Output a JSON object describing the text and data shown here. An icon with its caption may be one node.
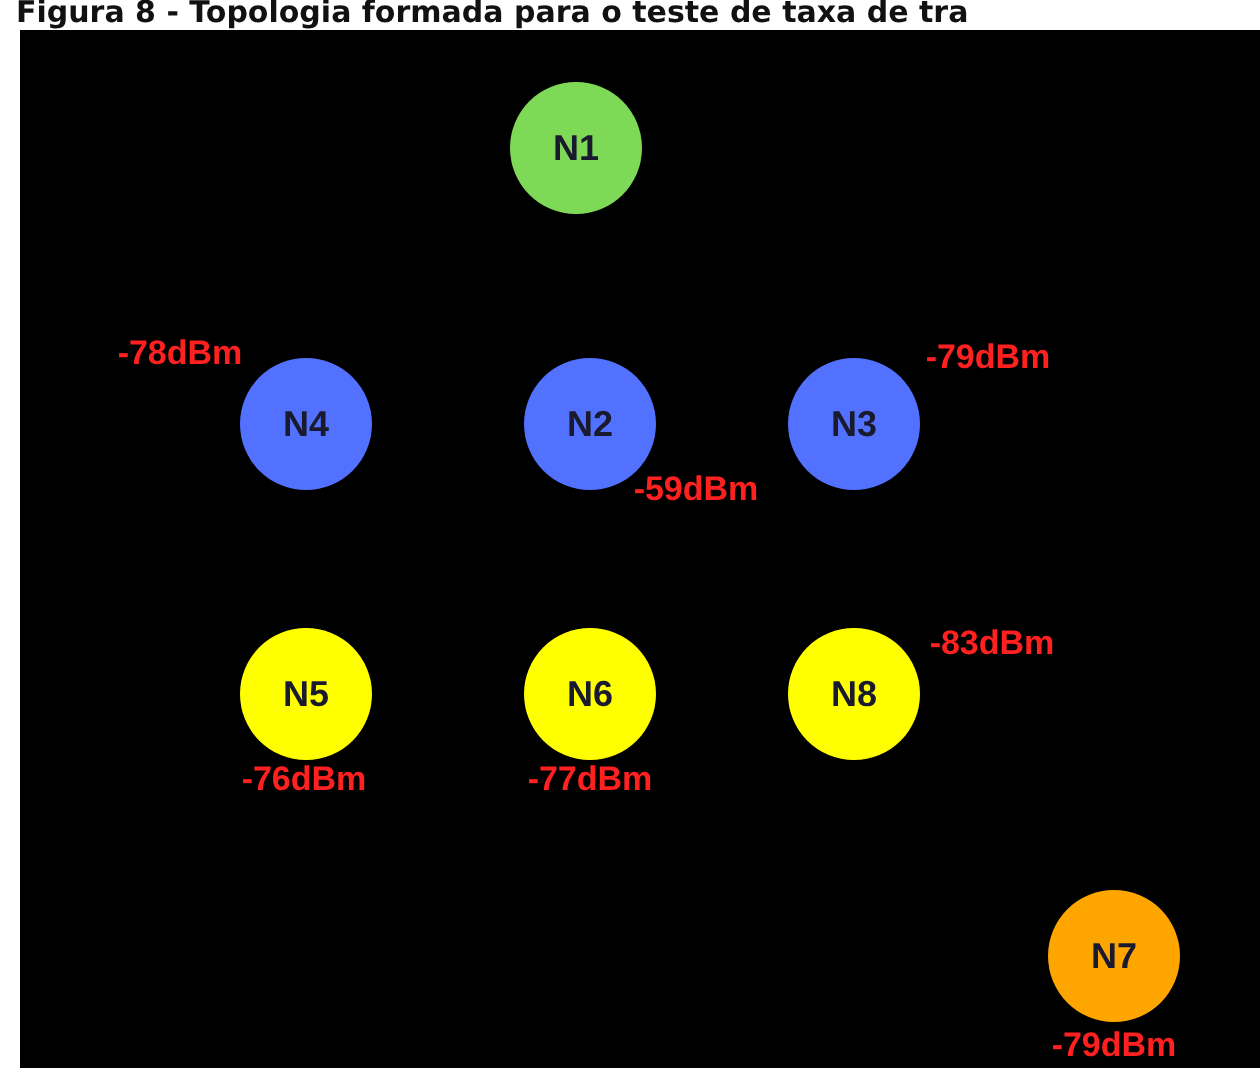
{
  "diagram": {
    "title": "Figura 8 - Topologia formada para o teste de taxa de tra",
    "nodes": [
      {
        "text": [
          "N1"
        ]
      },
      {
        "text": [
          "N4"
        ],
        "beside": [
          "-78dBm"
        ]
      },
      {
        "text": [
          "N2"
        ],
        "beside": [
          "-59dBm"
        ]
      },
      {
        "text": [
          "N3"
        ],
        "beside": [
          "-79dBm"
        ]
      },
      {
        "text": [
          "N5"
        ],
        "beside": [
          "-76dBm"
        ]
      },
      {
        "text": [
          "N6"
        ],
        "beside": [
          "-77dBm"
        ]
      },
      {
        "text": [
          "N8"
        ],
        "beside": [
          "-83dBm"
        ]
      },
      {
        "text": [
          "N7"
        ],
        "beside": [
          "-79dBm"
        ]
      }
    ]
  }
}
